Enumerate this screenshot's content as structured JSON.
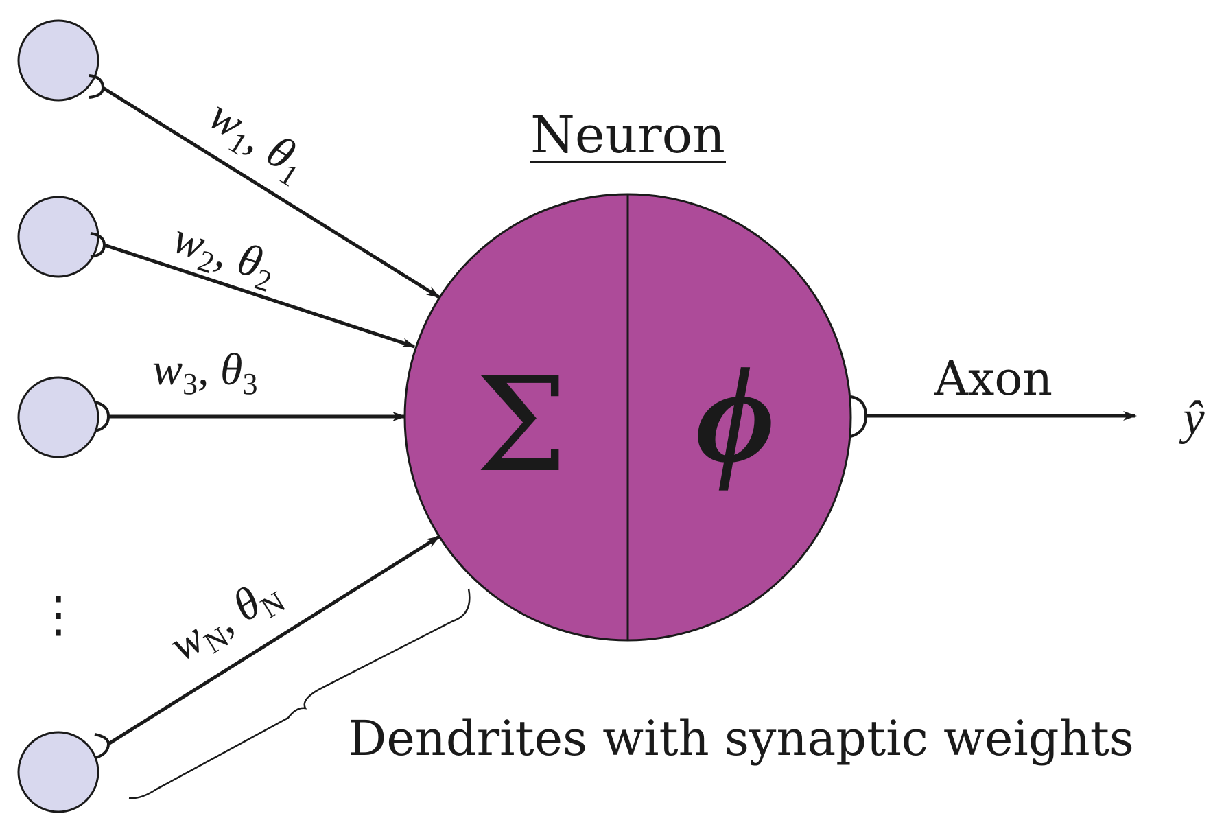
{
  "diagram": {
    "title": "Neuron",
    "sum_symbol": "Σ",
    "activation_symbol": "ϕ",
    "axon_label": "Axon",
    "output_label": "ŷ",
    "dendrites_label": "Dendrites with synaptic weights",
    "ellipsis": "⋮",
    "inputs": [
      {
        "w": "w",
        "sub": "1",
        "theta": "θ",
        "theta_sub": "1"
      },
      {
        "w": "w",
        "sub": "2",
        "theta": "θ",
        "theta_sub": "2"
      },
      {
        "w": "w",
        "sub": "3",
        "theta": "θ",
        "theta_sub": "3"
      },
      {
        "w": "w",
        "sub": "N",
        "theta": "θ",
        "theta_sub": "N"
      }
    ]
  },
  "colors": {
    "neuron_fill": "#ad4b99",
    "input_fill": "#d8d8ee",
    "stroke": "#1a1a1a"
  }
}
